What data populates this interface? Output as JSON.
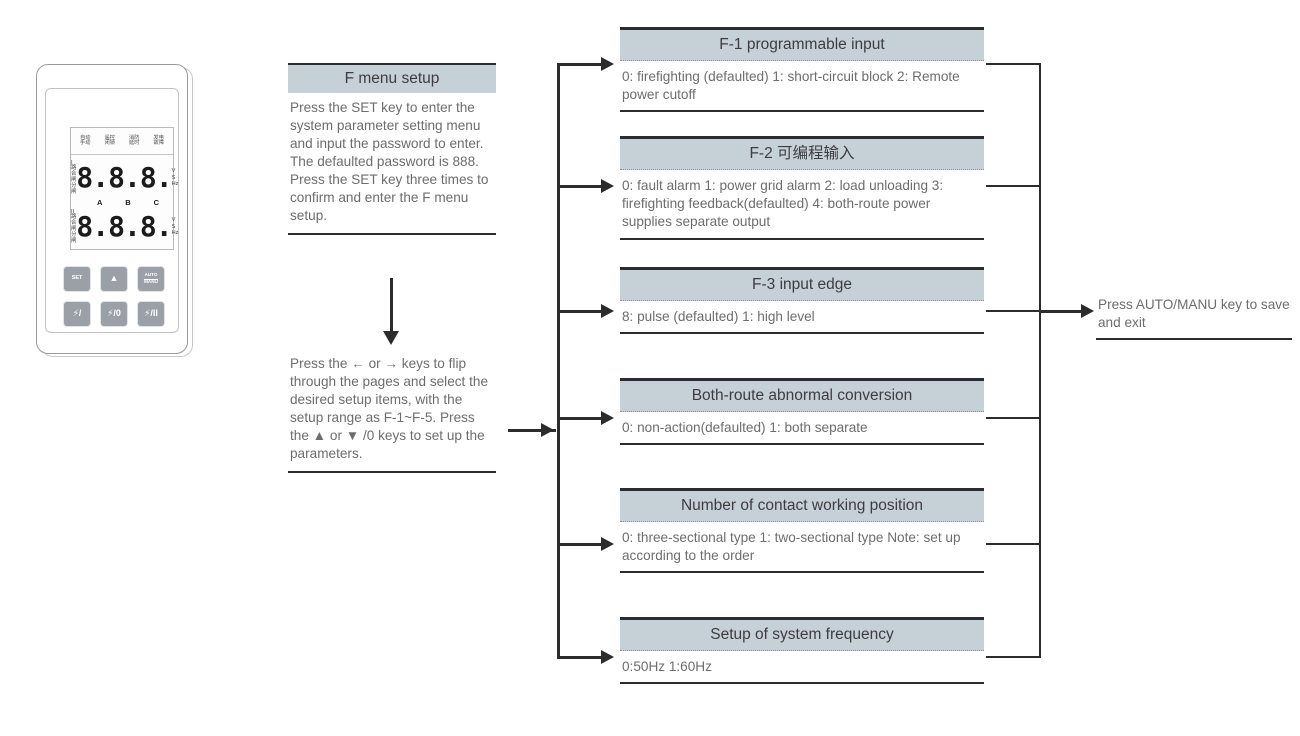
{
  "device": {
    "name": "ats-controller-panel",
    "status_labels": [
      {
        "top": "自动",
        "bottom": "手动"
      },
      {
        "top": "遥控",
        "bottom": "闭锁"
      },
      {
        "top": "消防",
        "bottom": "延时"
      },
      {
        "top": "发电",
        "bottom": "故障"
      }
    ],
    "rows": [
      {
        "left": [
          "I 路",
          "合闸",
          "分闸"
        ],
        "digits": "8.8.8.",
        "units": [
          "V",
          "S",
          "Hz"
        ]
      },
      {
        "left": [
          "II 路",
          "合闸",
          "分闸"
        ],
        "digits": "8.8.8.",
        "units": [
          "V",
          "S",
          "Hz"
        ]
      }
    ],
    "phase_labels": [
      "A",
      "B",
      "C"
    ],
    "buttons": [
      {
        "name": "set-button",
        "label": "SET"
      },
      {
        "name": "up-button",
        "label": "▲"
      },
      {
        "name": "auto-manu-button",
        "label": "AUTO/MANU",
        "line1": "AUTO",
        "line2": "MANU"
      },
      {
        "name": "route-one-button",
        "label": "⚡/"
      },
      {
        "name": "route-zero-button",
        "label": "⚡/0"
      },
      {
        "name": "route-two-button",
        "label": "⚡/II"
      }
    ]
  },
  "flow": {
    "entry_box": {
      "title": "F menu setup",
      "body": "Press the SET key to enter the system parameter setting menu and input the password to enter. The defaulted password is 888. Press the SET key three times to confirm and enter the F menu setup."
    },
    "navigate_box": {
      "body": "Press the ← or → keys to flip through the pages and select the desired setup items, with the setup range as F-1~F-5. Press the ▲ or ▼ /0 keys to set up the parameters."
    },
    "exit_note": "Press AUTO/MANU key to save and exit"
  },
  "panels": [
    {
      "name": "panel-f1",
      "title": "F-1 programmable input",
      "body": "0: firefighting (defaulted)  1: short-circuit block 2: Remote power cutoff"
    },
    {
      "name": "panel-f2",
      "title": "F-2 可编程输入",
      "body": "0: fault alarm  1: power grid alarm 2: load unloading  3: firefighting feedback(defaulted)  4: both-route power supplies separate output"
    },
    {
      "name": "panel-f3",
      "title": "F-3 input edge",
      "body": "8: pulse (defaulted)  1: high level"
    },
    {
      "name": "panel-both-route-abnormal-conversion",
      "title": "Both-route abnormal conversion",
      "body": "0: non-action(defaulted) 1: both separate"
    },
    {
      "name": "panel-contact-working-position",
      "title": "Number of contact working position",
      "body": "0: three-sectional type   1: two-sectional type Note: set up according to the order"
    },
    {
      "name": "panel-system-frequency",
      "title": "Setup of system frequency",
      "body": "0:50Hz 1:60Hz"
    }
  ],
  "colors": {
    "header_fill": "#c6d0d7",
    "rule": "#2c2c2e",
    "body_text": "#6d6d6f",
    "button_fill": "#9aa0a6"
  }
}
